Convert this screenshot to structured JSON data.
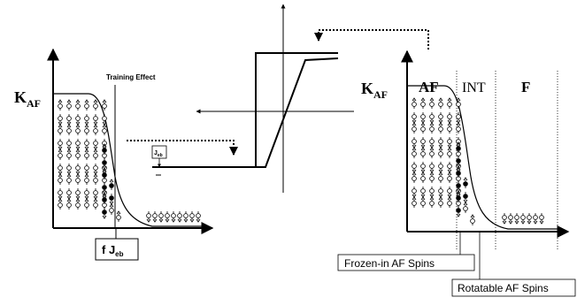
{
  "left_panel": {
    "axis_label_main": "K",
    "axis_label_sub": "AF",
    "annotation": "Training Effect",
    "bottom_label_main": "f J",
    "bottom_label_sub": "eb"
  },
  "center_panel": {
    "jeb_label_main": "J",
    "jeb_label_sub": "eb"
  },
  "right_panel": {
    "axis_label_main": "K",
    "axis_label_sub": "AF",
    "region_af": "AF",
    "region_int": "INT",
    "region_f": "F",
    "callout_frozen": "Frozen-in AF Spins",
    "callout_rotatable": "Rotatable AF Spins"
  }
}
